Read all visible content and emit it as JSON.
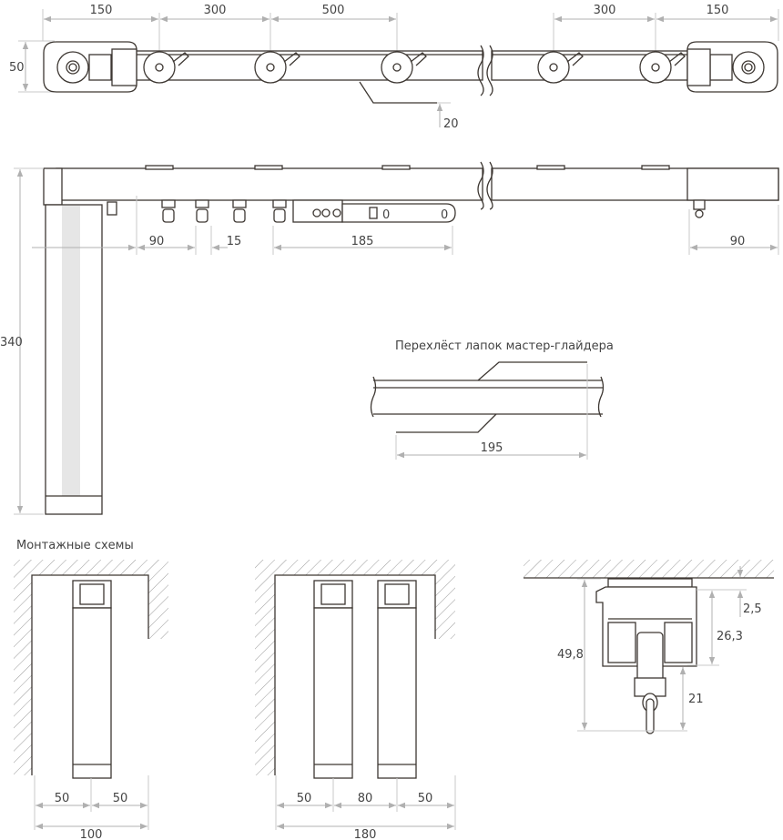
{
  "top_view": {
    "dims": [
      "150",
      "300",
      "500",
      "300",
      "150"
    ],
    "height": "50",
    "arm_offset": "20"
  },
  "side_view": {
    "dims": [
      "90",
      "15",
      "185",
      "90"
    ],
    "motor_height": "340",
    "carrier_marks": [
      "0",
      "0"
    ]
  },
  "overlap_detail": {
    "title": "Перехлёст лапок мастер-глайдера",
    "dim": "195"
  },
  "mounting": {
    "title": "Монтажные схемы",
    "single": {
      "dims": [
        "50",
        "50"
      ],
      "total": "100"
    },
    "double": {
      "dims": [
        "50",
        "80",
        "50"
      ],
      "total": "180"
    },
    "profile": {
      "dims": [
        "49,8",
        "2,5",
        "26,3",
        "21"
      ]
    }
  },
  "colors": {
    "line": "#3d3732",
    "dimension": "#b0b0b0",
    "text": "#444444"
  }
}
